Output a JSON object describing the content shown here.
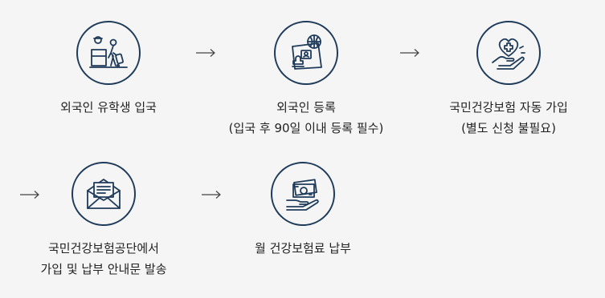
{
  "steps": [
    {
      "icon": "immigration-traveler-icon",
      "lines": [
        "외국인 유학생 입국"
      ]
    },
    {
      "icon": "registration-stamp-icon",
      "lines": [
        "외국인 등록",
        "(입국 후 90일 이내 등록 필수)"
      ]
    },
    {
      "icon": "health-insurance-heart-hand-icon",
      "lines": [
        "국민건강보험 자동 가입",
        "(별도 신청 불필요)"
      ]
    },
    {
      "icon": "mail-envelope-icon",
      "lines": [
        "국민건강보험공단에서",
        "가입 및 납부 안내문 발송"
      ]
    },
    {
      "icon": "money-hand-icon",
      "lines": [
        "월 건강보험료 납부"
      ]
    }
  ],
  "colors": {
    "accent": "#1f3b5a",
    "background": "#f5f5f5",
    "text": "#222222"
  }
}
